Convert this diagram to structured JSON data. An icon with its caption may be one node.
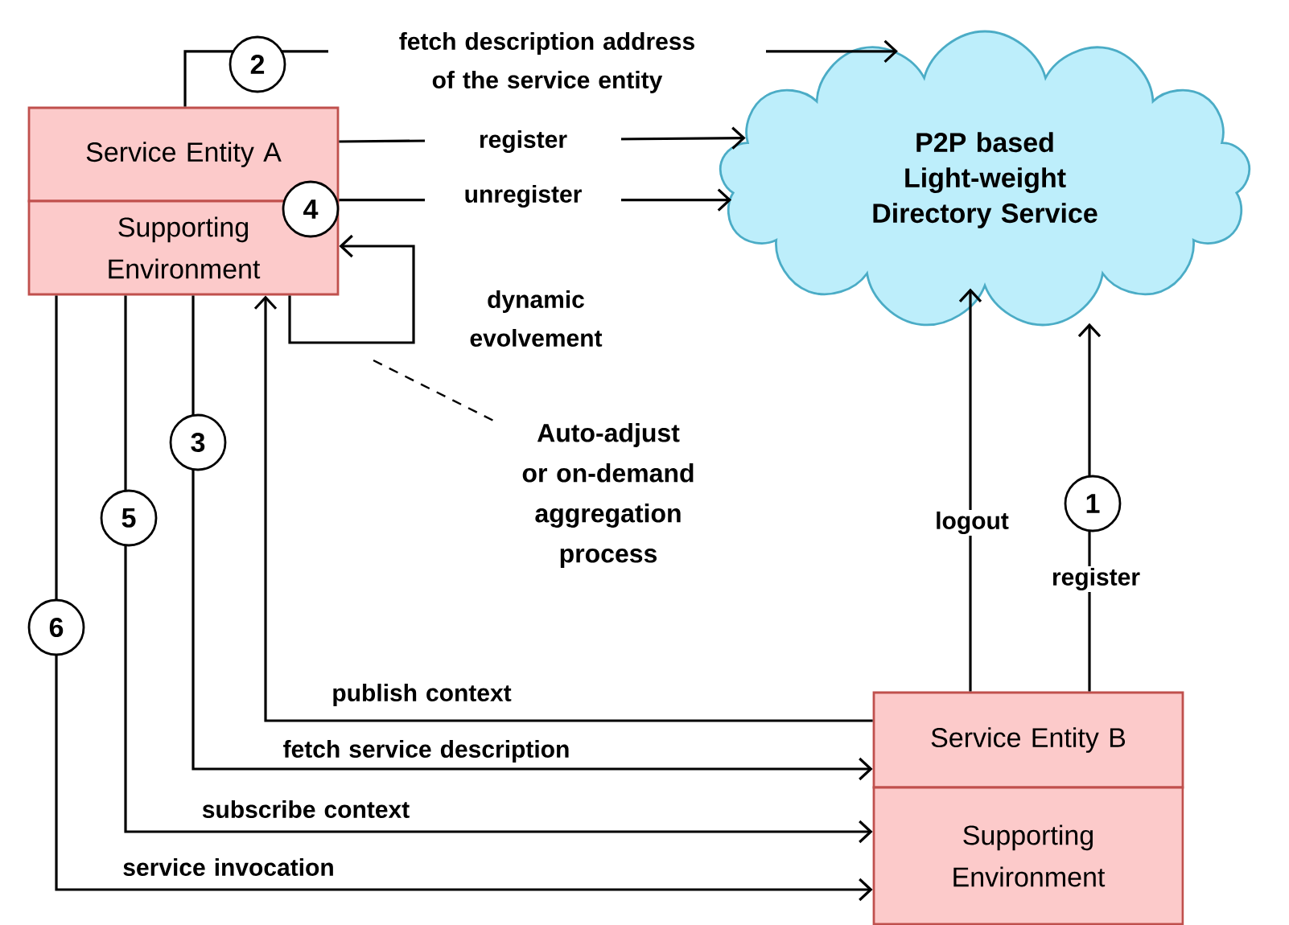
{
  "diagram": {
    "nodes": [
      {
        "text": [
          "Service Entity A"
        ]
      },
      {
        "text": [
          "Supporting Environment"
        ]
      },
      {
        "text": [
          "P2P based Light-weight Directory Service"
        ]
      },
      {
        "text": [
          "Service Entity B"
        ]
      },
      {
        "text": [
          "Supporting Environment"
        ]
      },
      {
        "text": [
          "Auto-adjust or on-demand aggregation process"
        ]
      }
    ],
    "edges": [
      {
        "from": 0,
        "to": 2,
        "arrow": "to",
        "label": "fetch description address of the service entity"
      },
      {
        "from": 0,
        "to": 2,
        "arrow": "to",
        "label": "register"
      },
      {
        "from": 1,
        "to": 2,
        "arrow": "to",
        "label": "unregister"
      },
      {
        "from": 1,
        "to": 1,
        "arrow": "to",
        "label": "dynamic evolvement"
      },
      {
        "from": 3,
        "to": 1,
        "arrow": "to",
        "label": "publish context"
      },
      {
        "from": 1,
        "to": 3,
        "arrow": "to",
        "label": "fetch service description"
      },
      {
        "from": 1,
        "to": 4,
        "arrow": "to",
        "label": "subscribe context"
      },
      {
        "from": 1,
        "to": 4,
        "arrow": "to",
        "label": "service invocation"
      },
      {
        "from": 3,
        "to": 2,
        "arrow": "to",
        "label": "logout"
      },
      {
        "from": 3,
        "to": 2,
        "arrow": "to",
        "label": "register"
      },
      {
        "from": 5,
        "to": null,
        "arrow": "none",
        "style": "dashed"
      }
    ],
    "labels": [
      "2",
      "4",
      "3",
      "1",
      "5",
      "6"
    ]
  }
}
